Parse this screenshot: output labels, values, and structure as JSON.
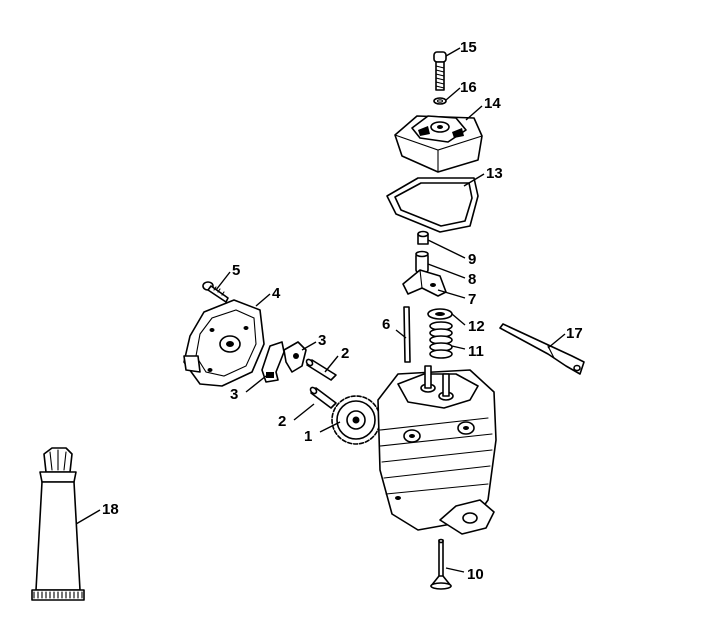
{
  "callouts": {
    "c1": "1",
    "c2a": "2",
    "c2b": "2",
    "c3a": "3",
    "c3b": "3",
    "c4": "4",
    "c5": "5",
    "c6": "6",
    "c7": "7",
    "c8": "8",
    "c9": "9",
    "c10": "10",
    "c11": "11",
    "c12": "12",
    "c13": "13",
    "c14": "14",
    "c15": "15",
    "c16": "16",
    "c17": "17",
    "c18": "18"
  },
  "colors": {
    "line": "#000000",
    "background": "#ffffff"
  }
}
